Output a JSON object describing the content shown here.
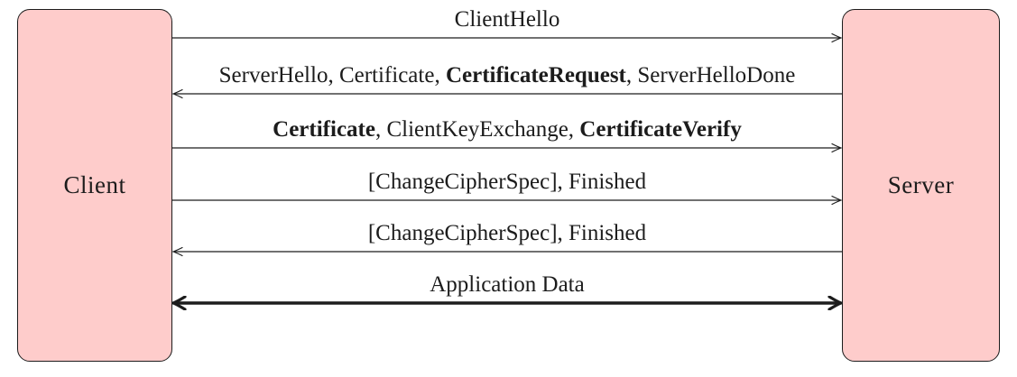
{
  "diagram": {
    "actors": {
      "client": "Client",
      "server": "Server"
    },
    "colors": {
      "actor_fill": "#fecccb",
      "actor_border": "#1c1c1c",
      "line": "#1c1c1c",
      "background": "#ffffff"
    },
    "messages": [
      {
        "label_parts": [
          {
            "text": "ClientHello",
            "bold": false
          }
        ],
        "from": "client",
        "to": "server",
        "direction": "right",
        "thick": false
      },
      {
        "label_parts": [
          {
            "text": "ServerHello, Certificate, ",
            "bold": false
          },
          {
            "text": "CertificateRequest",
            "bold": true
          },
          {
            "text": ", ServerHelloDone",
            "bold": false
          }
        ],
        "from": "server",
        "to": "client",
        "direction": "left",
        "thick": false
      },
      {
        "label_parts": [
          {
            "text": "Certificate",
            "bold": true
          },
          {
            "text": ", ClientKeyExchange, ",
            "bold": false
          },
          {
            "text": "CertificateVerify",
            "bold": true
          }
        ],
        "from": "client",
        "to": "server",
        "direction": "right",
        "thick": false
      },
      {
        "label_parts": [
          {
            "text": "[ChangeCipherSpec], Finished",
            "bold": false
          }
        ],
        "from": "client",
        "to": "server",
        "direction": "right",
        "thick": false
      },
      {
        "label_parts": [
          {
            "text": "[ChangeCipherSpec], Finished",
            "bold": false
          }
        ],
        "from": "server",
        "to": "client",
        "direction": "left",
        "thick": false
      },
      {
        "label_parts": [
          {
            "text": "Application Data",
            "bold": false
          }
        ],
        "from": "client",
        "to": "server",
        "direction": "both",
        "thick": true
      }
    ]
  }
}
